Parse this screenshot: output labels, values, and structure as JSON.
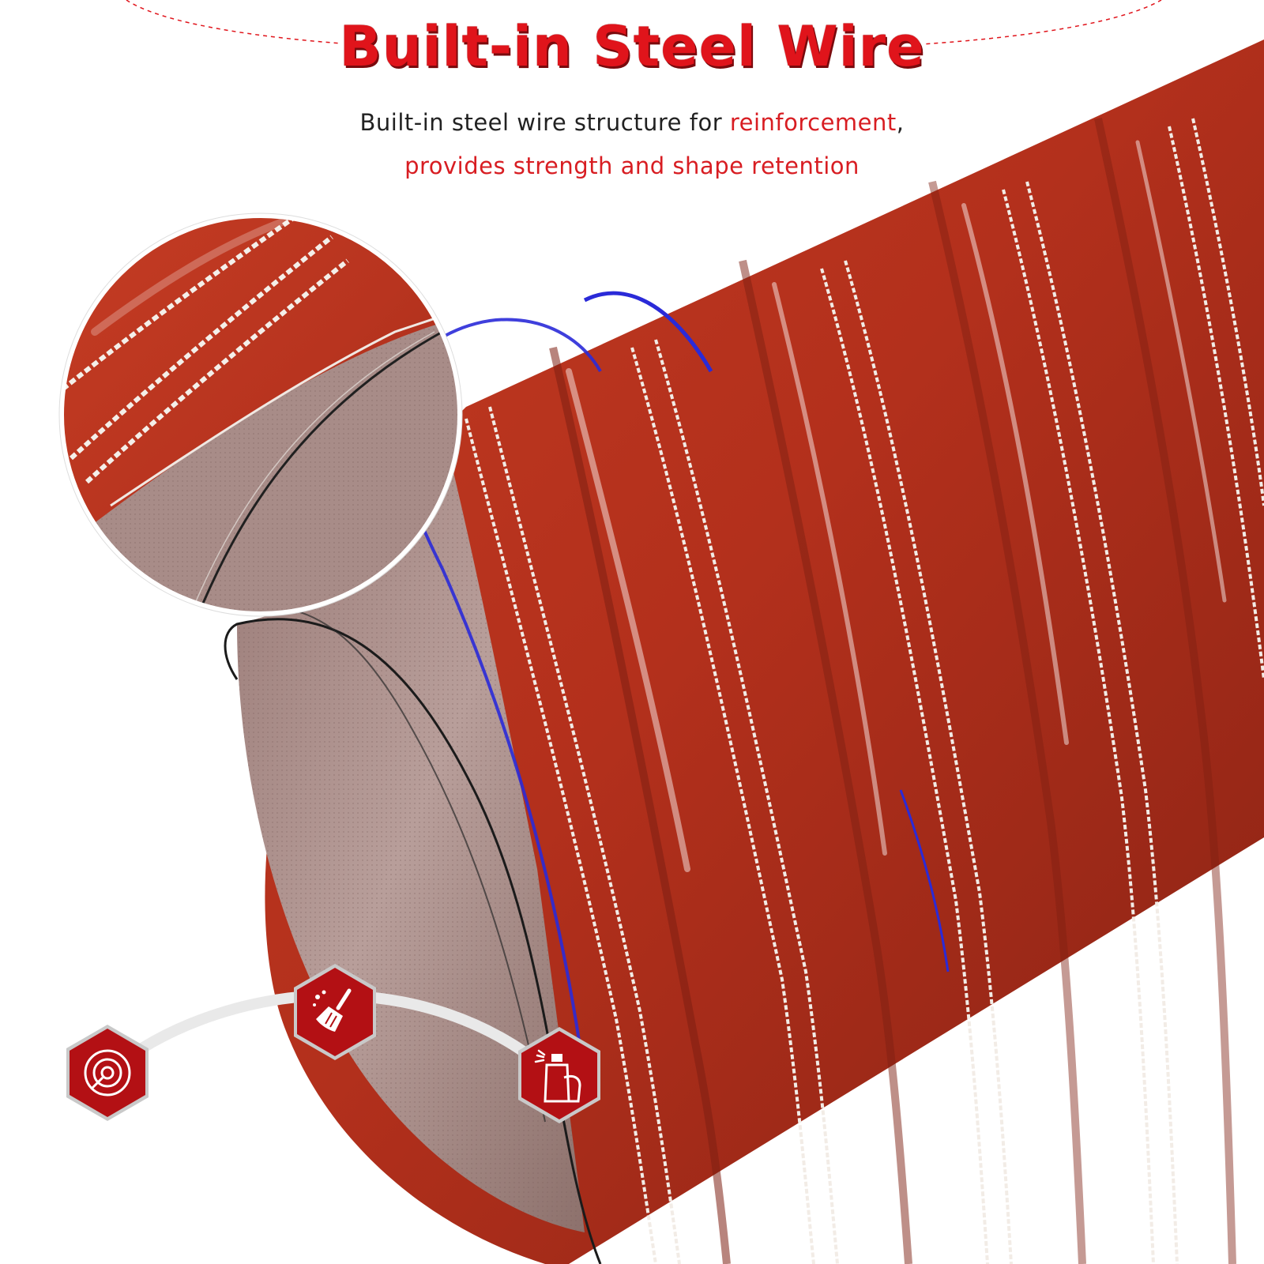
{
  "banner": {
    "title": "Built-in Steel Wire",
    "description_line1_prefix": "Built-in steel wire structure for ",
    "description_line1_highlight": "reinforcement",
    "description_line1_suffix": ",",
    "description_line2": "provides strength and shape retention"
  },
  "colors": {
    "accent_red": "#e0141b",
    "hose_red": "#b8321e",
    "hose_dark": "#8e2416",
    "wire_white": "#f1ece6",
    "guide_blue": "#2a2ad8",
    "fabric_inner": "#a58a86",
    "icon_hex_red": "#b31014"
  },
  "feature_icons": [
    {
      "name": "radar-target-icon"
    },
    {
      "name": "cleaning-broom-icon"
    },
    {
      "name": "spray-bottle-icon"
    }
  ]
}
